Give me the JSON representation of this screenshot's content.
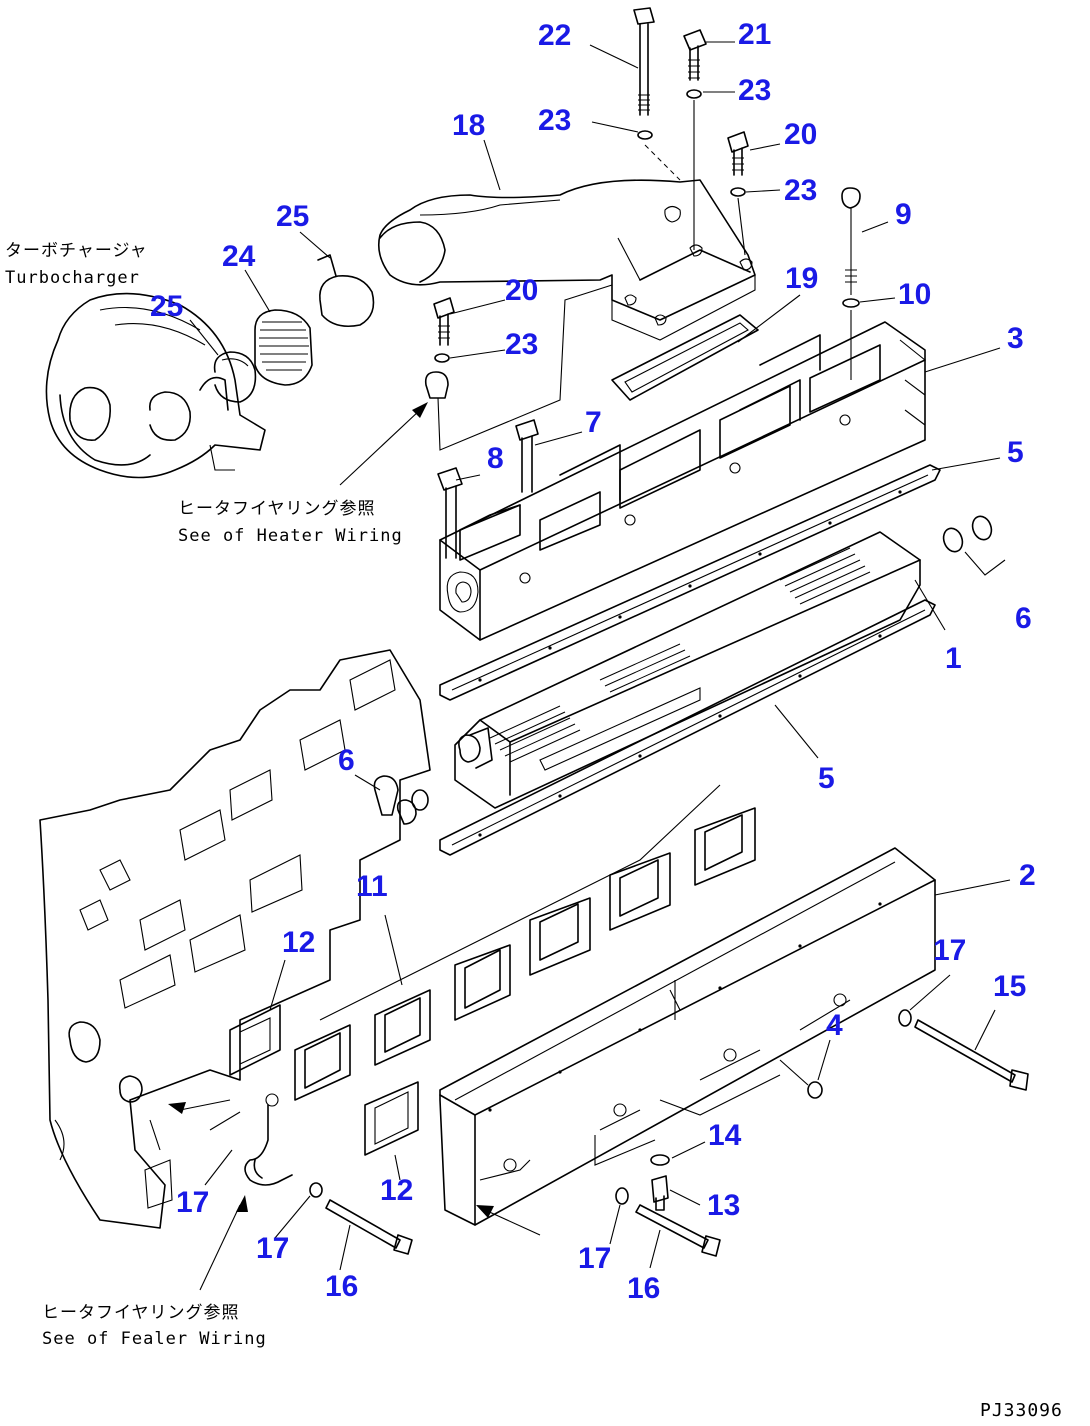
{
  "drawing_code": "PJ33096",
  "notes": {
    "turbocharger_jp": "ターボチャージャ",
    "turbocharger_en": "Turbocharger",
    "heater_wiring_1_jp": "ヒータフイヤリング参照",
    "heater_wiring_1_en": "See of Heater Wiring",
    "heater_wiring_2_jp": "ヒータフイヤリング参照",
    "heater_wiring_2_en": "See of Fealer Wiring"
  },
  "callouts": [
    {
      "id": "c22",
      "label": "22"
    },
    {
      "id": "c21",
      "label": "21"
    },
    {
      "id": "c23a",
      "label": "23"
    },
    {
      "id": "c23b",
      "label": "23"
    },
    {
      "id": "c18",
      "label": "18"
    },
    {
      "id": "c20a",
      "label": "20"
    },
    {
      "id": "c23c",
      "label": "23"
    },
    {
      "id": "c25a",
      "label": "25"
    },
    {
      "id": "c9",
      "label": "9"
    },
    {
      "id": "c24",
      "label": "24"
    },
    {
      "id": "c19",
      "label": "19"
    },
    {
      "id": "c25b",
      "label": "25"
    },
    {
      "id": "c20b",
      "label": "20"
    },
    {
      "id": "c10",
      "label": "10"
    },
    {
      "id": "c23d",
      "label": "23"
    },
    {
      "id": "c3",
      "label": "3"
    },
    {
      "id": "c7",
      "label": "7"
    },
    {
      "id": "c8",
      "label": "8"
    },
    {
      "id": "c5a",
      "label": "5"
    },
    {
      "id": "c6a",
      "label": "6"
    },
    {
      "id": "c1",
      "label": "1"
    },
    {
      "id": "c6b",
      "label": "6"
    },
    {
      "id": "c5b",
      "label": "5"
    },
    {
      "id": "c2",
      "label": "2"
    },
    {
      "id": "c11",
      "label": "11"
    },
    {
      "id": "c12a",
      "label": "12"
    },
    {
      "id": "c17a",
      "label": "17"
    },
    {
      "id": "c15",
      "label": "15"
    },
    {
      "id": "c4",
      "label": "4"
    },
    {
      "id": "c14",
      "label": "14"
    },
    {
      "id": "c17b",
      "label": "17"
    },
    {
      "id": "c12b",
      "label": "12"
    },
    {
      "id": "c13",
      "label": "13"
    },
    {
      "id": "c17c",
      "label": "17"
    },
    {
      "id": "c17d",
      "label": "17"
    },
    {
      "id": "c16a",
      "label": "16"
    },
    {
      "id": "c16b",
      "label": "16"
    }
  ]
}
